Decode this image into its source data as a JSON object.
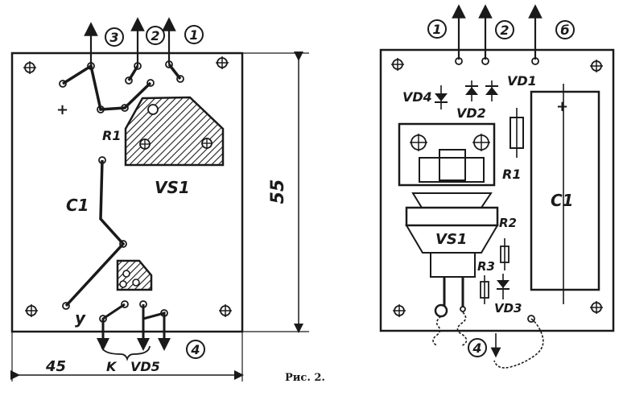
{
  "caption": "Рис. 2.",
  "left_board": {
    "terminals": [
      "3",
      "2",
      "1",
      "4"
    ],
    "plus": "+",
    "r1": "R1",
    "vs1": "VS1",
    "c1": "C1",
    "y": "y",
    "k": "K",
    "vd5": "VD5",
    "dim_height": "55",
    "dim_width": "45"
  },
  "right_board": {
    "terminals": [
      "1",
      "2",
      "б",
      "4"
    ],
    "vd1": "VD1",
    "vd2": "VD2",
    "vd3": "VD3",
    "vd4": "VD4",
    "r1": "R1",
    "r2": "R2",
    "r3": "R3",
    "c1": "C1",
    "vs1": "VS1",
    "plus": "+"
  }
}
